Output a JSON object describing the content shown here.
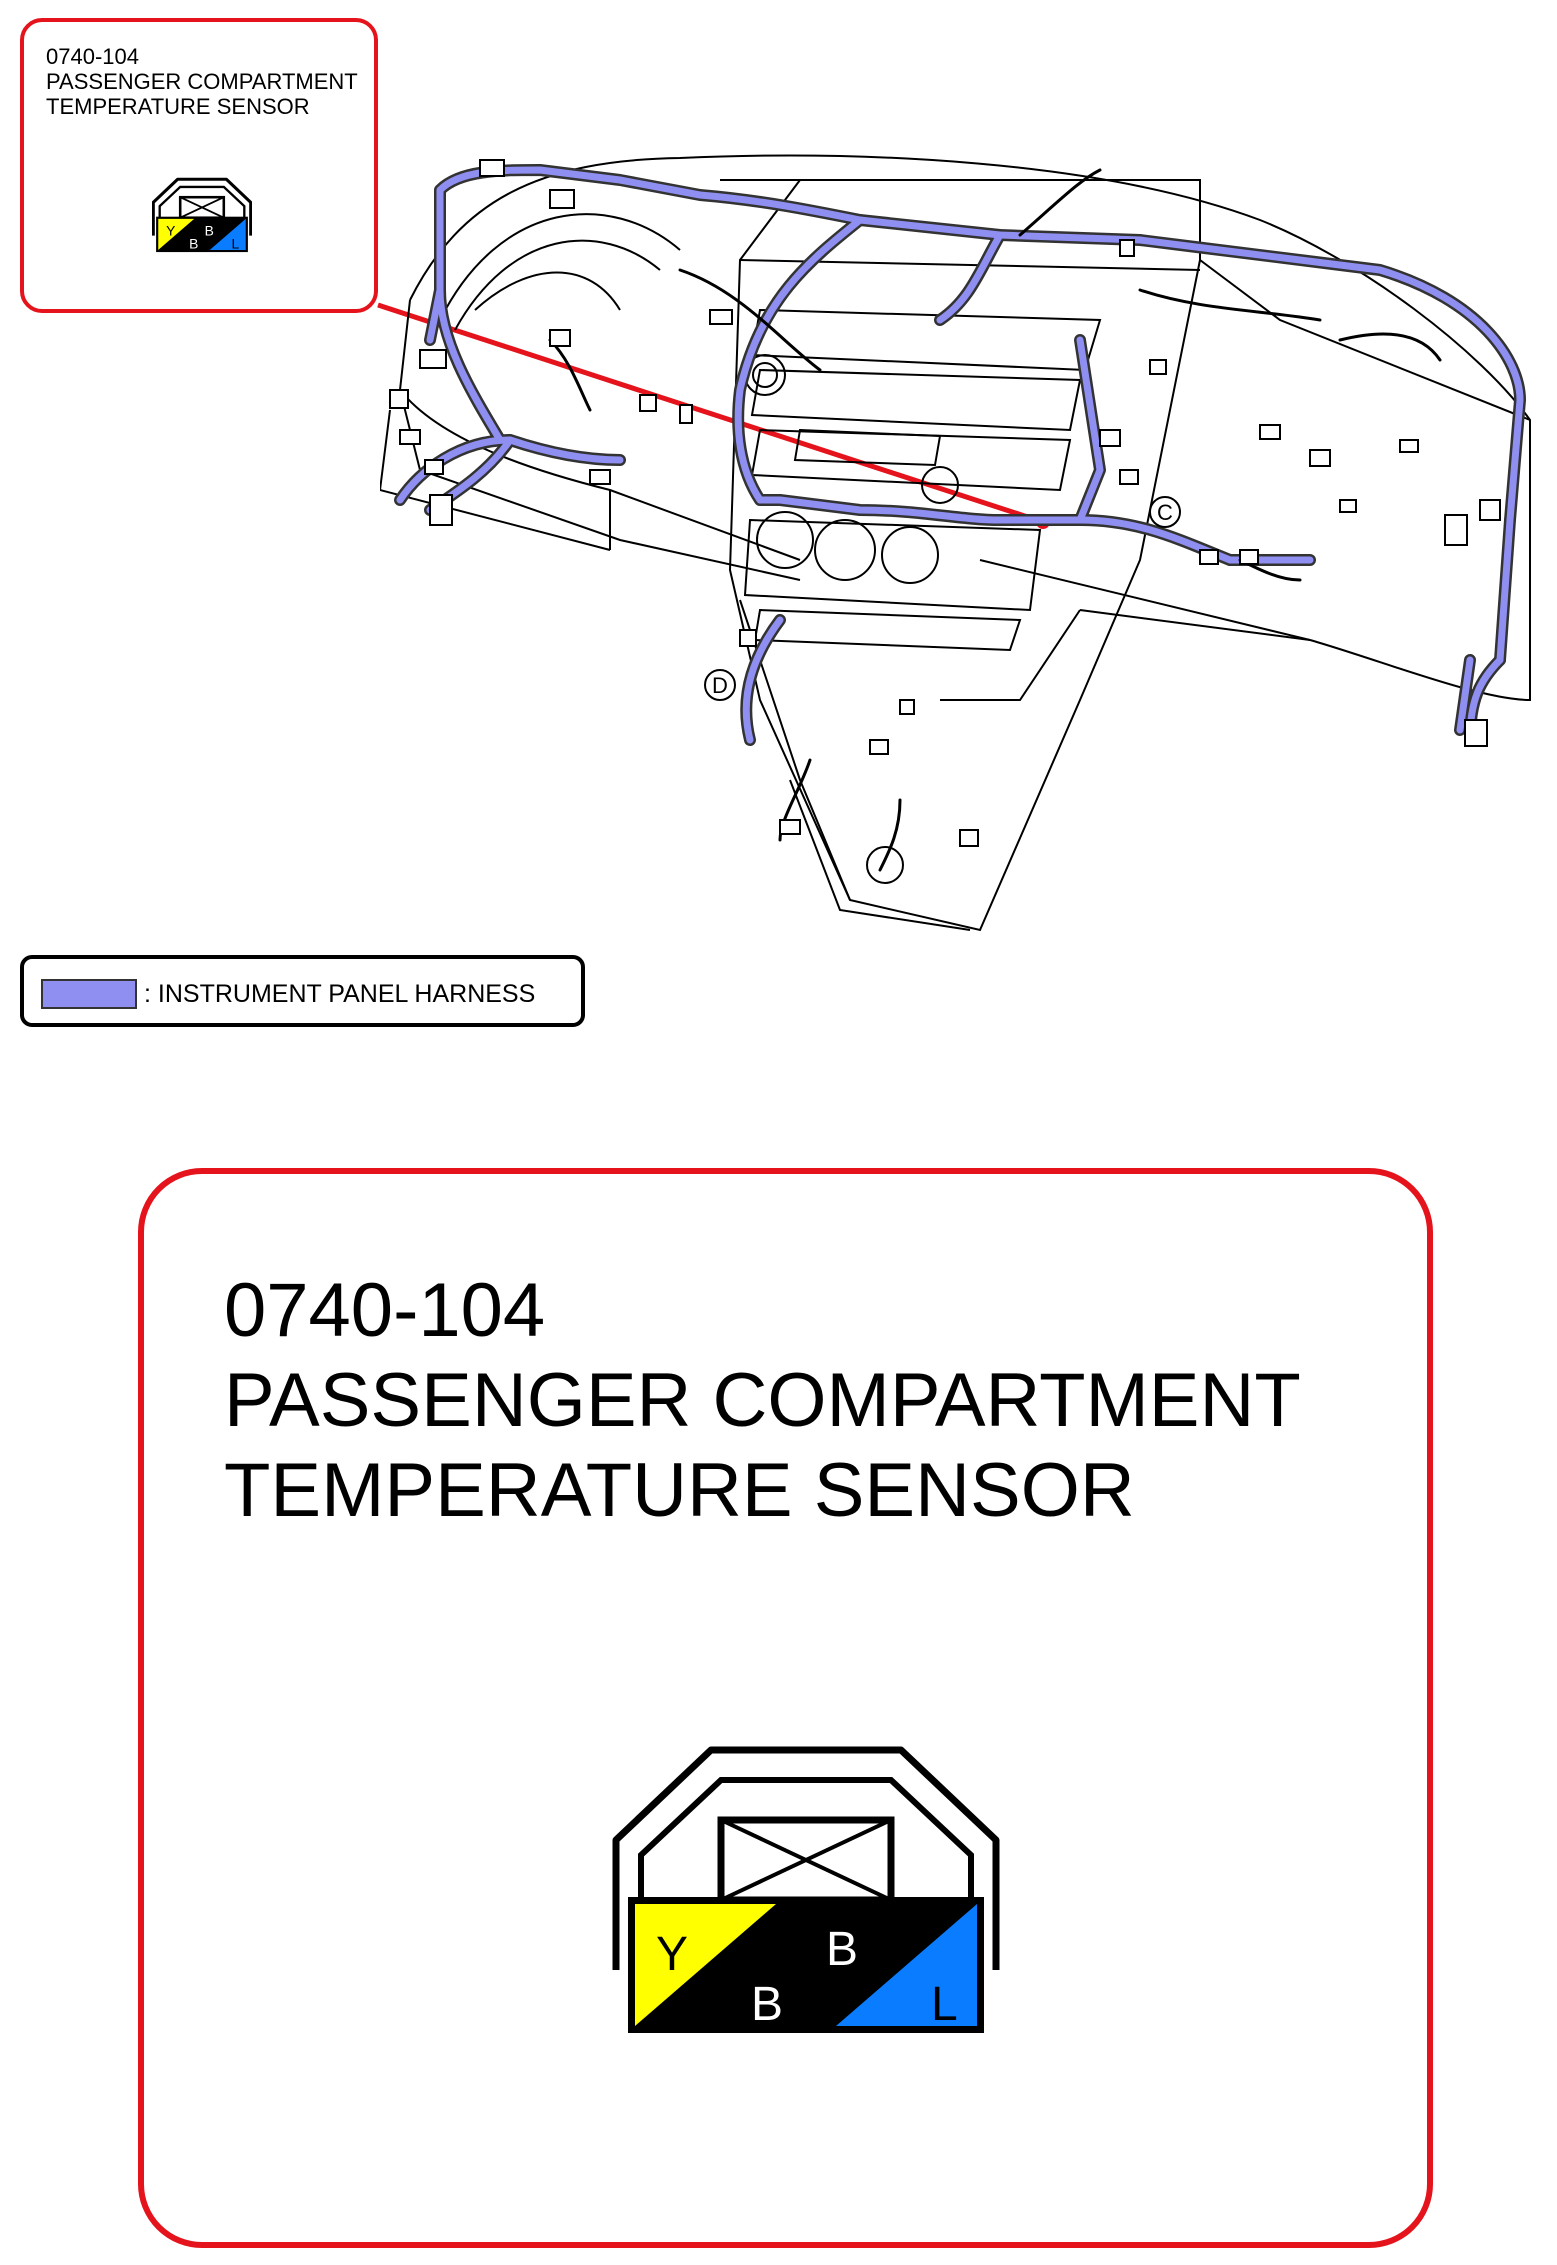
{
  "connector": {
    "code": "0740-104",
    "title_line1": "PASSENGER COMPARTMENT",
    "title_line2": "TEMPERATURE SENSOR",
    "pins": [
      {
        "label": "Y",
        "color": "#ffff00"
      },
      {
        "label": "B",
        "color": "#000000"
      },
      {
        "label": "B",
        "color": "#000000"
      },
      {
        "label": "L",
        "color": "#0a7cff"
      }
    ]
  },
  "legend": {
    "text": ": INSTRUMENT PANEL HARNESS",
    "swatch_color": "#8f8ff2"
  },
  "location_marks": [
    "C",
    "D"
  ],
  "colors": {
    "callout_border": "#e5141c",
    "harness": "#8f8ff2",
    "pin_yellow": "#ffff00",
    "pin_blue": "#0a7cff"
  }
}
